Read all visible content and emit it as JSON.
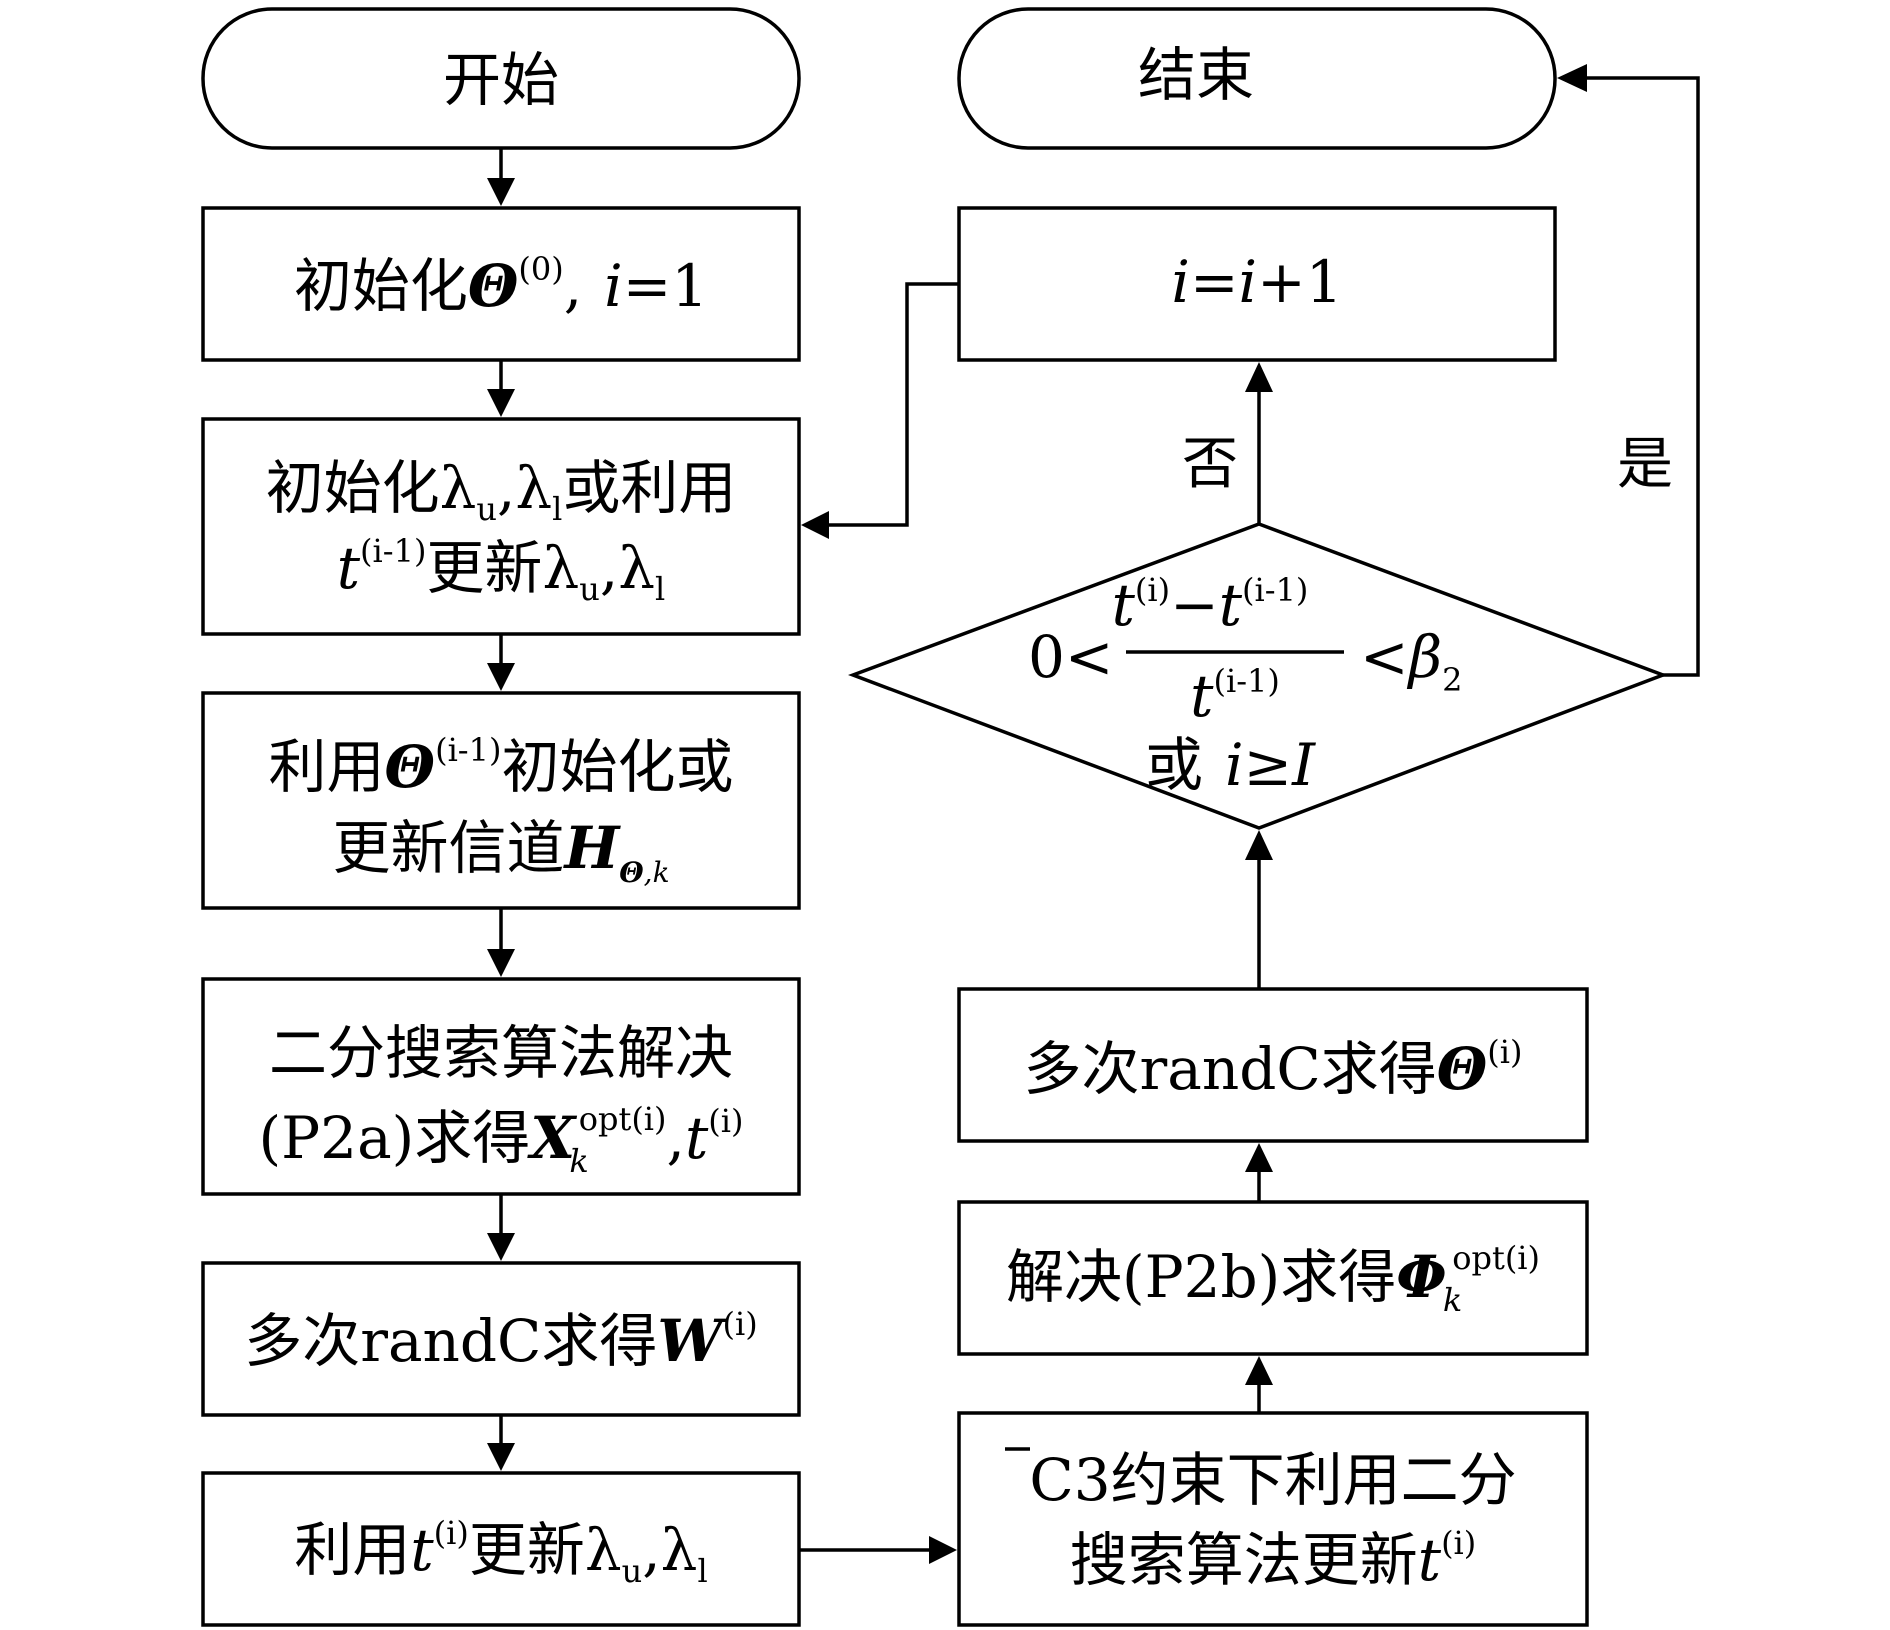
{
  "nodes": {
    "start": {
      "label": "开始"
    },
    "end": {
      "label": "结束"
    },
    "init_theta": {
      "prefix": "初始化",
      "theta": "Θ",
      "sup": "(0)",
      "sep": ",",
      "i": "i",
      "eq": "=1"
    },
    "init_lambda": {
      "line1_prefix": "初始化",
      "lambda": "λ",
      "sub_u": "u",
      "comma": ",",
      "sub_l": "l",
      "line1_suffix": "或利用",
      "t": "t",
      "sup": "(i-1)",
      "line2_text": "更新"
    },
    "init_channel": {
      "line1_prefix": "利用",
      "theta": "Θ",
      "sup": "(i-1)",
      "line1_suffix": "初始化或",
      "line2_prefix": "更新信道",
      "H": "H",
      "sub_theta": "Θ",
      "sub_k": ",k"
    },
    "bisection": {
      "line1": "二分搜索算法解决",
      "line2_prefix": "(P2a)求得",
      "X": "X",
      "sub": "k",
      "sup": "opt(i)",
      "comma": ",",
      "t": "t",
      "tsup": "(i)"
    },
    "randc_w": {
      "prefix": "多次randC求得",
      "W": "W",
      "sup": "(i)"
    },
    "update_lambda": {
      "prefix": "利用",
      "t": "t",
      "sup": "(i)",
      "mid": "更新",
      "lambda": "λ",
      "sub_u": "u",
      "comma": ",",
      "sub_l": "l"
    },
    "c3_update": {
      "line1_c": "C",
      "line1_rest": "3约束下利用二分",
      "line2_prefix": "搜索算法更新",
      "t": "t",
      "sup": "(i)"
    },
    "solve_p2b": {
      "prefix": "解决(P2b)求得",
      "phi": "Φ",
      "sub": "k",
      "sup": "opt(i)"
    },
    "randc_theta": {
      "prefix": "多次randC求得",
      "theta": "Θ",
      "sup": "(i)"
    },
    "decision": {
      "zero": "0",
      "lt": "<",
      "t": "t",
      "sup_i": "(i)",
      "minus": "−",
      "sup_im1": "(i-1)",
      "beta": "β",
      "beta_sub": "2",
      "or": "或",
      "i": "i",
      "ge": "≥",
      "I": "I"
    },
    "increment": {
      "i1": "i",
      "eq": "=",
      "i2": "i",
      "plus1": "+1"
    }
  },
  "edge_labels": {
    "no": "否",
    "yes": "是"
  },
  "colors": {
    "stroke": "#000000",
    "fill": "#ffffff"
  }
}
